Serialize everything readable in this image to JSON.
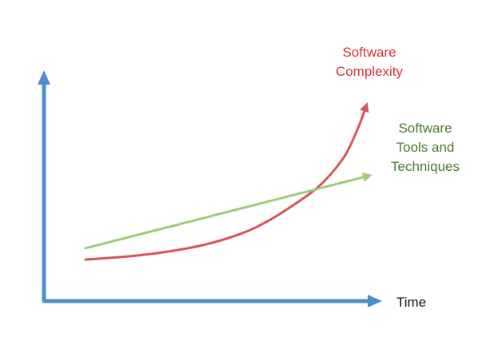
{
  "chart_data": {
    "type": "line",
    "xlabel": "Time",
    "ylabel": "",
    "title": "",
    "grid": false,
    "x_range": [
      0,
      100
    ],
    "y_range": [
      0,
      100
    ],
    "series": [
      {
        "name": "Software Complexity",
        "name_lines": [
          "Software",
          "Complexity"
        ],
        "color": "#d9545a",
        "x": [
          0,
          20,
          40,
          55,
          65,
          75,
          82,
          88,
          92,
          95,
          97,
          99
        ],
        "y": [
          0,
          4,
          12,
          23,
          35,
          51,
          64,
          80,
          94,
          110,
          122,
          136
        ]
      },
      {
        "name": "Software Tools and Techniques",
        "name_lines": [
          "Software",
          "Tools and",
          "Techniques"
        ],
        "color": "#9fcb7a",
        "x": [
          0,
          100
        ],
        "y": [
          10,
          74
        ]
      }
    ],
    "axis_color": "#4f8ccd"
  }
}
